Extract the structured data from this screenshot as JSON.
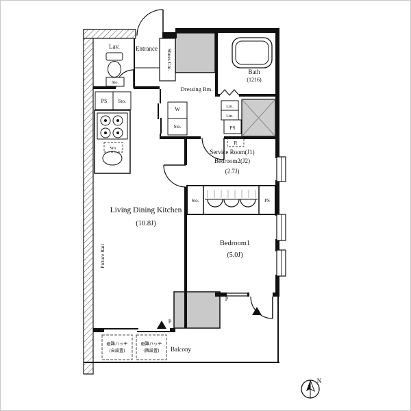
{
  "plan": {
    "lav": "Lav.",
    "entrance": "Entrance",
    "shoes_closet": "Shoes Clo.",
    "bath": "Bath",
    "bath_size": "(1216)",
    "dressing_room": "Dressing Rm.",
    "service_room": "Service Room(J1)",
    "bedroom2": "Bedroom2(J2)",
    "bedroom2_size": "(2.7J)",
    "living_dining_kitchen": "Living Dining Kitchen",
    "ldk_size": "(10.8J)",
    "bedroom1": "Bedroom1",
    "bedroom1_size": "(5.0J)",
    "balcony": "Balcony",
    "picture_rail": "Picture Rail"
  },
  "small_labels": {
    "ps": "PS",
    "sto": "Sto.",
    "lin": "Lin.",
    "washer": "W",
    "refrigerator": "R",
    "pipe": "P",
    "north": "N"
  },
  "annotations": {
    "hatch_line1": "避難ハッチ",
    "hatch_own": "(自設置)",
    "hatch_neighbor": "(隣設置)"
  },
  "colors": {
    "wall": "#111111",
    "shaft_fill": "#c9c9c9",
    "background": "#ffffff"
  }
}
